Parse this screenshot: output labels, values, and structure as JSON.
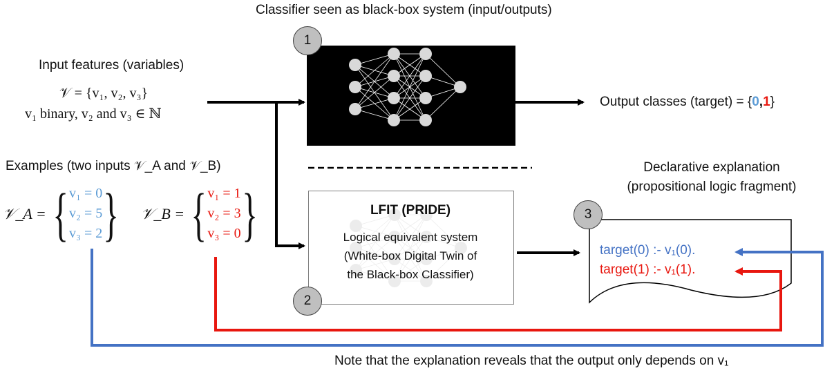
{
  "title": "Classifier seen as black-box system (input/outputs)",
  "input": {
    "heading": "Input features (variables)",
    "set_line": "𝒱 = {v₁, v₂, v₃}",
    "domain_line": "v₁ binary, v₂ and v₃  ∈ ℕ"
  },
  "examples": {
    "heading": "Examples (two inputs 𝒱_A and 𝒱_B)",
    "A": {
      "name": "𝒱_A =",
      "rows": [
        "v₁ = 0",
        "v₂ = 5",
        "v₃ = 2"
      ]
    },
    "B": {
      "name": "𝒱_B =",
      "rows": [
        "v₁ = 1",
        "v₂ = 3",
        "v₃ = 0"
      ]
    }
  },
  "output": {
    "prefix": "Output classes (target) = {",
    "class0": "0",
    "comma": ",",
    "class1": "1",
    "suffix": "}"
  },
  "lfit": {
    "title": "LFIT (PRIDE)",
    "line1": "Logical equivalent system",
    "line2": "(White-box Digital Twin of",
    "line3": "the Black-box Classifier)"
  },
  "explanation": {
    "heading1": "Declarative explanation",
    "heading2": "(propositional logic fragment)",
    "rule0": "target(0) :- v₁(0).",
    "rule1": "target(1) :- v₁(1)."
  },
  "badges": {
    "one": "1",
    "two": "2",
    "three": "3"
  },
  "note": "Note that the explanation reveals that the output only depends on v₁",
  "colors": {
    "blue": "#4472c4",
    "light_blue": "#5b9bd5",
    "red": "#e8170f",
    "black": "#000000"
  }
}
